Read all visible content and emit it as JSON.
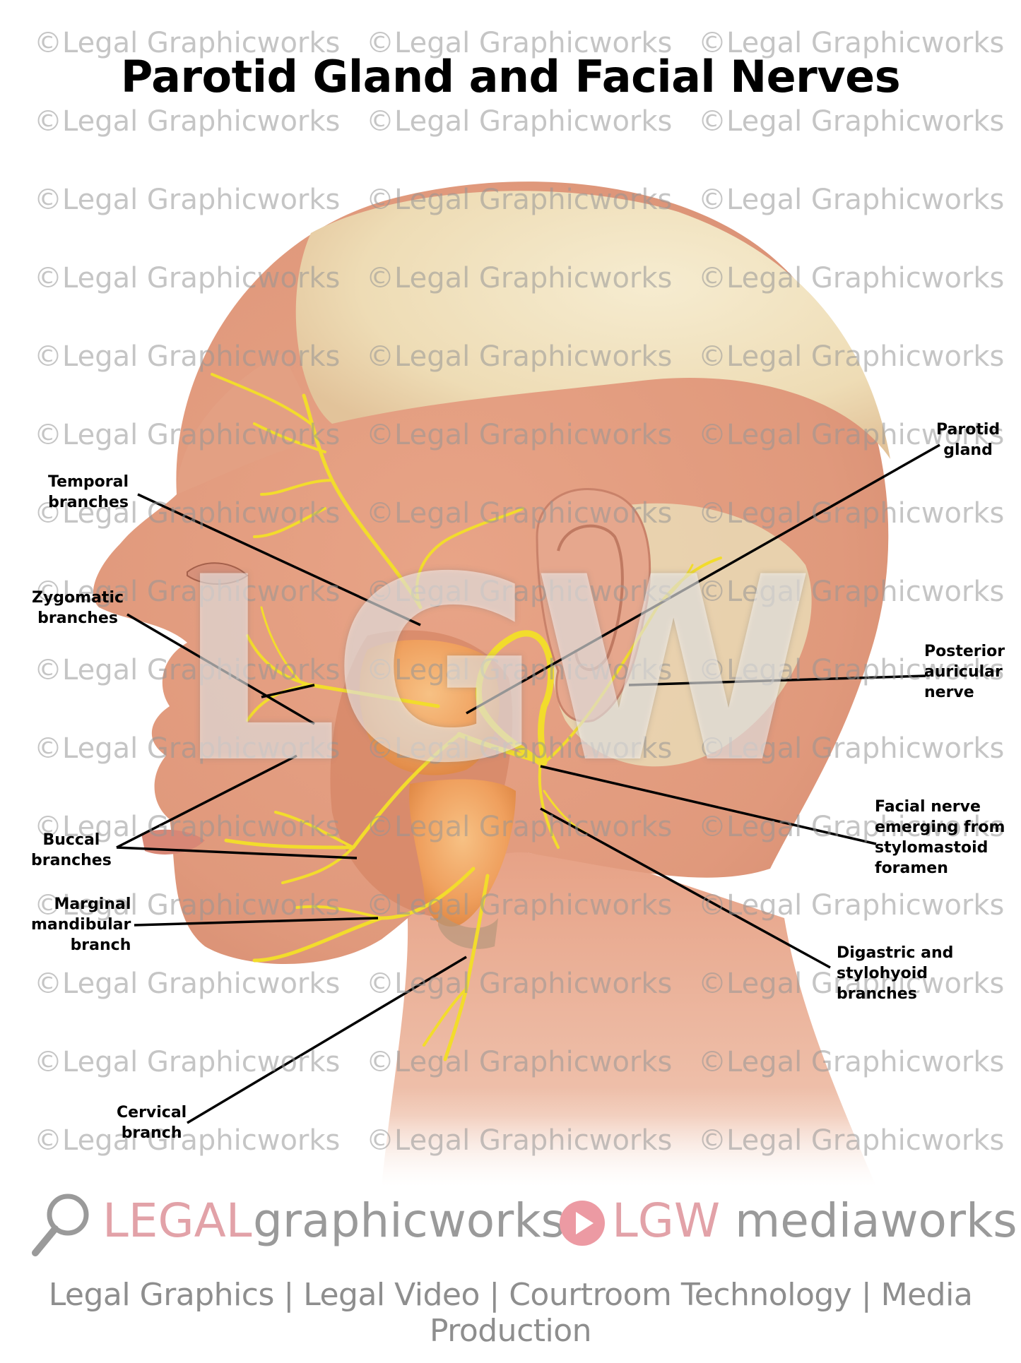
{
  "title": "Parotid Gland and Facial Nerves",
  "watermark": {
    "text": "©Legal Graphicworks",
    "big_text": "LGW"
  },
  "labels": {
    "temporal_branches": [
      "Temporal",
      "branches"
    ],
    "zygomatic_branches": [
      "Zygomatic",
      "branches"
    ],
    "buccal_branches": [
      "Buccal",
      "branches"
    ],
    "marginal_mandibular_branch": [
      "Marginal",
      "mandibular",
      "branch"
    ],
    "cervical_branch": [
      "Cervical",
      "branch"
    ],
    "parotid_gland": [
      "Parotid",
      "gland"
    ],
    "posterior_auricular_nerve": [
      "Posterior",
      "auricular",
      "nerve"
    ],
    "facial_nerve_emerging": [
      "Facial nerve",
      "emerging from",
      "stylomastoid",
      "foramen"
    ],
    "digastric_stylohyoid": [
      "Digastric and",
      "stylohyoid",
      "branches"
    ]
  },
  "branding": {
    "legal": "LEGAL",
    "graphicworks": "graphicworks",
    "lgw": "LGW",
    "mediaworks": "mediaworks",
    "tagline": "Legal Graphics | Legal Video | Courtroom Technology | Media Production"
  },
  "icons": [
    "magnifier-icon",
    "play-circle-icon"
  ],
  "colors": {
    "skin": "#e9a98a",
    "muscle": "#d98b6b",
    "skull": "#f1e3bf",
    "nerve": "#f2dc2c",
    "gland": "#f0a660",
    "brand_pink": "#e2a2a8",
    "brand_gray": "#9a9a9a"
  }
}
